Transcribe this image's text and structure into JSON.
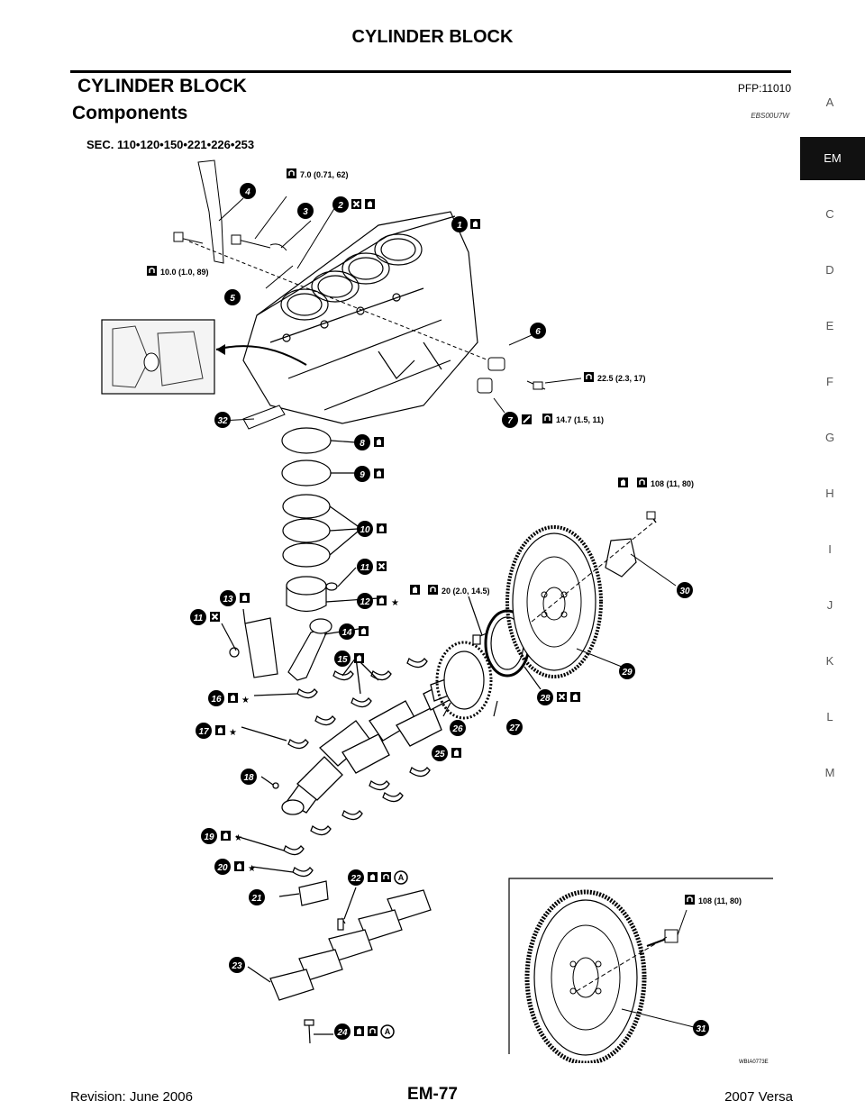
{
  "header": {
    "title": "CYLINDER BLOCK"
  },
  "section": {
    "title": "CYLINDER BLOCK",
    "code": "PFP:11010"
  },
  "subsection": {
    "title": "Components",
    "code": "EBS00U7W"
  },
  "diagram": {
    "sec_line": "SEC. 110•120•150•221•226•253",
    "torques": {
      "t1": "7.0 (0.71, 62)",
      "t2": "10.0 (1.0, 89)",
      "t3": "22.5 (2.3, 17)",
      "t4": "14.7 (1.5, 11)",
      "t5": "108 (11, 80)",
      "t6": "20 (2.0, 14.5)",
      "t7": "108 (11, 80)"
    },
    "callouts": [
      "1",
      "2",
      "3",
      "4",
      "5",
      "6",
      "7",
      "8",
      "9",
      "10",
      "11",
      "12",
      "13",
      "14",
      "15",
      "16",
      "17",
      "18",
      "19",
      "20",
      "21",
      "22",
      "23",
      "24",
      "25",
      "26",
      "27",
      "28",
      "29",
      "30",
      "31",
      "32"
    ],
    "letter_a": "A",
    "image_code": "WBIA0773E"
  },
  "index_tabs": [
    "A",
    "EM",
    "C",
    "D",
    "E",
    "F",
    "G",
    "H",
    "I",
    "J",
    "K",
    "L",
    "M"
  ],
  "active_tab": "EM",
  "footer": {
    "revision": "Revision: June 2006",
    "page": "EM-77",
    "model": "2007 Versa"
  }
}
